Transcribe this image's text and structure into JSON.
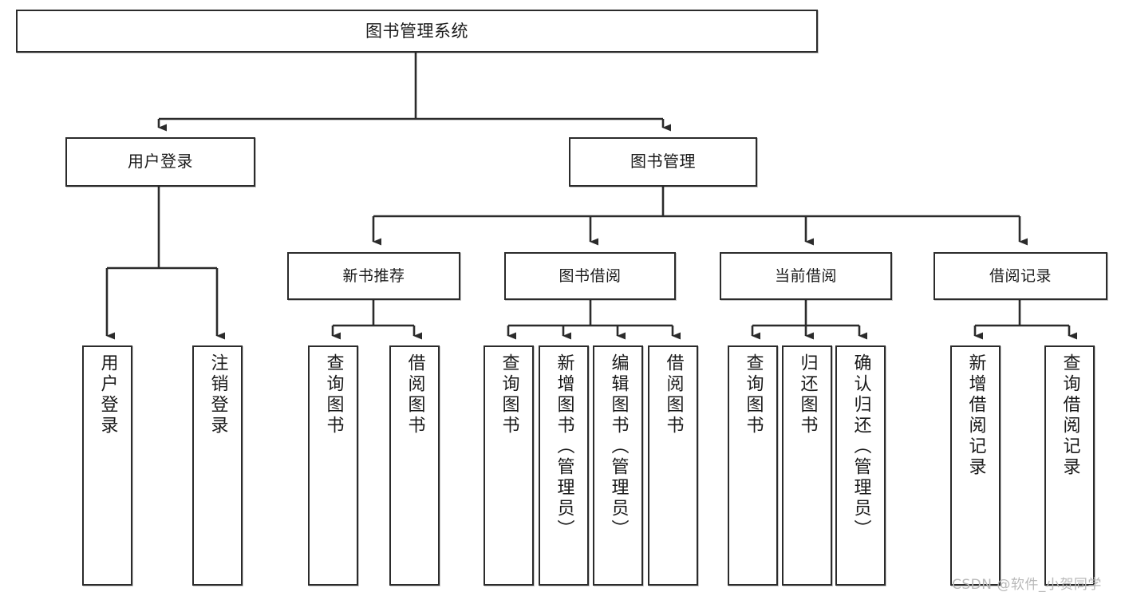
{
  "diagram": {
    "title": "图书管理系统",
    "type": "tree-structure-chart",
    "colors": {
      "box_border": "#2b2b2b",
      "box_fill": "#ffffff",
      "edge": "#2b2b2b",
      "text": "#1a1a1a",
      "watermark": "#b9b9b9"
    },
    "root": {
      "label": "图书管理系统"
    },
    "level1": [
      {
        "id": "user-login",
        "label": "用户登录"
      },
      {
        "id": "book-manage",
        "label": "图书管理"
      }
    ],
    "level2": [
      {
        "id": "new-book-recommend",
        "label": "新书推荐"
      },
      {
        "id": "book-borrow",
        "label": "图书借阅"
      },
      {
        "id": "current-borrow",
        "label": "当前借阅"
      },
      {
        "id": "borrow-record",
        "label": "借阅记录"
      }
    ],
    "leaves": {
      "user_login": [
        {
          "id": "leaf-user-login",
          "label": "用户登录"
        },
        {
          "id": "leaf-logout-login",
          "label": "注销登录"
        }
      ],
      "new_book_recommend": [
        {
          "id": "leaf-query-book-1",
          "label": "查询图书"
        },
        {
          "id": "leaf-borrow-book-1",
          "label": "借阅图书"
        }
      ],
      "book_borrow": [
        {
          "id": "leaf-query-book-2",
          "label": "查询图书"
        },
        {
          "id": "leaf-add-book",
          "label": "新增图书（管理员）"
        },
        {
          "id": "leaf-edit-book",
          "label": "编辑图书（管理员）"
        },
        {
          "id": "leaf-borrow-book-2",
          "label": "借阅图书"
        }
      ],
      "current_borrow": [
        {
          "id": "leaf-query-book-3",
          "label": "查询图书"
        },
        {
          "id": "leaf-return-book",
          "label": "归还图书"
        },
        {
          "id": "leaf-confirm-return",
          "label": "确认归还（管理员）"
        }
      ],
      "borrow_record": [
        {
          "id": "leaf-add-record",
          "label": "新增借阅记录"
        },
        {
          "id": "leaf-query-record",
          "label": "查询借阅记录"
        }
      ]
    },
    "watermark": "CSDN @软件_小贺同学"
  }
}
